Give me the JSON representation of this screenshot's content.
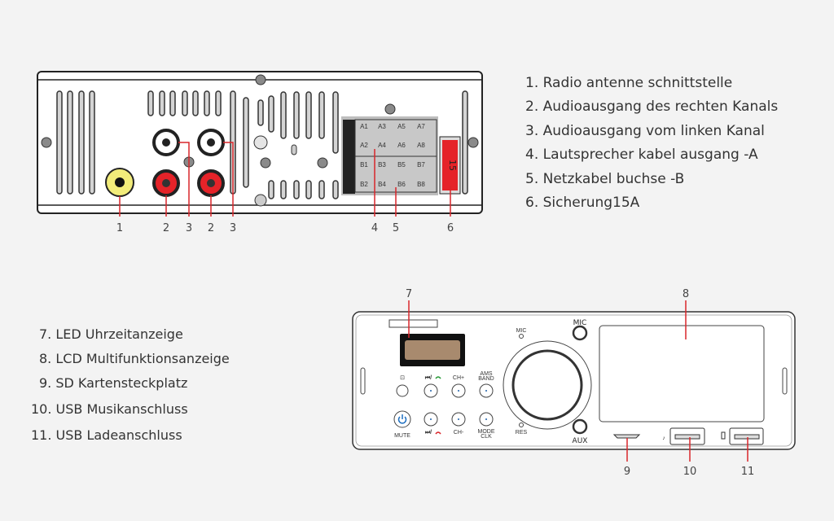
{
  "rear_legend": [
    "1. Radio antenne schnittstelle",
    "2. Audioausgang des rechten Kanals",
    "3. Audioausgang vom linken Kanal",
    "4. Lautsprecher kabel ausgang -A",
    "5. Netzkabel buchse -B",
    "6. Sicherung15A"
  ],
  "front_legend": [
    "7. LED Uhrzeitanzeige",
    "8. LCD Multifunktionsanzeige",
    "9. SD Kartensteckplatz",
    "10. USB Musikanschluss",
    "11. USB Ladeanschluss"
  ],
  "rear_callouts": [
    "1",
    "2",
    "3",
    "2",
    "3",
    "4",
    "5",
    "6"
  ],
  "front_callouts": [
    "7",
    "8",
    "9",
    "10",
    "11"
  ],
  "connector": {
    "row_a_label": "A",
    "row_b_label": "B",
    "pins": [
      "A1",
      "A3",
      "A5",
      "A7",
      "A2",
      "A4",
      "A6",
      "A8",
      "B1",
      "B3",
      "B5",
      "B7",
      "B2",
      "B4",
      "B6",
      "B8"
    ],
    "fuse_label": "15"
  },
  "front_labels": {
    "mic_led": "MIC",
    "res_led": "RES",
    "mic_jack": "MIC",
    "aux_jack": "AUX",
    "prev_answer": "⏮/",
    "ch_plus": "CH+",
    "ams": "AMS",
    "band": "BAND",
    "mute": "MUTE",
    "next_hangup": "⏭/",
    "ch_minus": "CH-",
    "mode": "MODE",
    "clk": "CLK"
  },
  "colors": {
    "callout": "#d9262b",
    "yellow": "#f2ec7a",
    "red": "#e52329",
    "led": "#a88a6e",
    "mute": "#1e6fc0"
  }
}
